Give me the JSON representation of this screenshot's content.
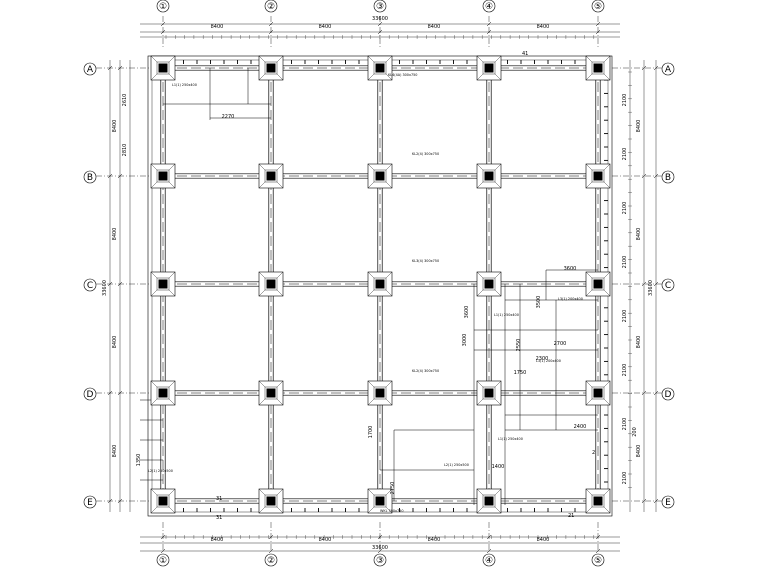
{
  "axes": {
    "columns": [
      "①",
      "②",
      "③",
      "④",
      "⑤"
    ],
    "rows": [
      "A",
      "B",
      "C",
      "D",
      "E"
    ]
  },
  "dims": {
    "total_x": "33600",
    "bays_x": [
      "8400",
      "8400",
      "8400",
      "8400"
    ],
    "total_y": "33600",
    "bays_y": [
      "8400",
      "8400",
      "8400",
      "8400"
    ],
    "left_segments": [
      "2610",
      "2810",
      "8400",
      "8400"
    ],
    "right_segments": [
      "2100",
      "2100",
      "2100",
      "2100",
      "2100",
      "2100",
      "2100",
      "2100"
    ],
    "misc": [
      "2270",
      "3600",
      "3600",
      "3500",
      "3000",
      "2550",
      "2700",
      "2300",
      "1750",
      "1400",
      "2400",
      "1700",
      "2750",
      "1350",
      "200"
    ]
  },
  "beam_notes": [
    "KL4(4A) 300x750",
    "KL2(4) 300x750",
    "KL3(4) 300x750",
    "WKL 300x750",
    "L1(1) 250x400",
    "L2(1) 250x500",
    "L3(1) 200x400"
  ],
  "marks": [
    "31",
    "31",
    "21",
    "41",
    "2"
  ]
}
